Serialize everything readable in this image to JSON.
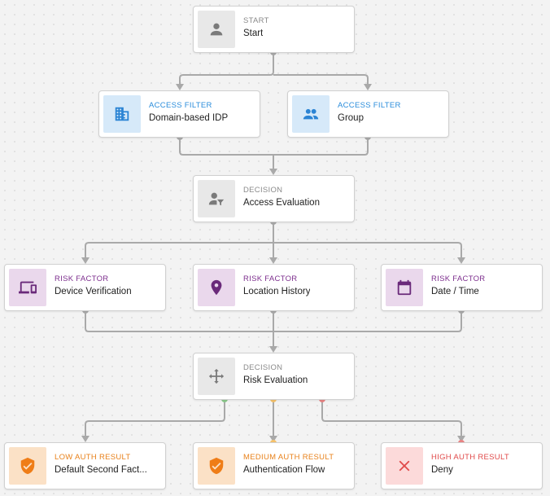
{
  "colors": {
    "edge": "#a9a9a9",
    "port": "#a9a9a9",
    "low": "#8bc98b",
    "medium": "#f5c26b",
    "high": "#e88484"
  },
  "nodes": {
    "start": {
      "kind": "START",
      "label": "Start",
      "icon": "person-icon"
    },
    "filter_domain": {
      "kind": "ACCESS FILTER",
      "label": "Domain-based IDP",
      "icon": "building-icon"
    },
    "filter_group": {
      "kind": "ACCESS FILTER",
      "label": "Group",
      "icon": "group-icon"
    },
    "access_eval": {
      "kind": "DECISION",
      "label": "Access Evaluation",
      "icon": "person-filter-icon"
    },
    "risk_device": {
      "kind": "RISK FACTOR",
      "label": "Device Verification",
      "icon": "devices-icon"
    },
    "risk_location": {
      "kind": "RISK FACTOR",
      "label": "Location History",
      "icon": "location-pin-icon"
    },
    "risk_datetime": {
      "kind": "RISK FACTOR",
      "label": "Date / Time",
      "icon": "calendar-icon"
    },
    "risk_eval": {
      "kind": "DECISION",
      "label": "Risk Evaluation",
      "icon": "move-arrows-icon"
    },
    "result_low": {
      "kind": "LOW AUTH RESULT",
      "label": "Default Second Fact...",
      "icon": "shield-check-icon"
    },
    "result_medium": {
      "kind": "MEDIUM AUTH RESULT",
      "label": "Authentication Flow",
      "icon": "shield-check-icon"
    },
    "result_high": {
      "kind": "HIGH AUTH RESULT",
      "label": "Deny",
      "icon": "close-icon"
    }
  }
}
